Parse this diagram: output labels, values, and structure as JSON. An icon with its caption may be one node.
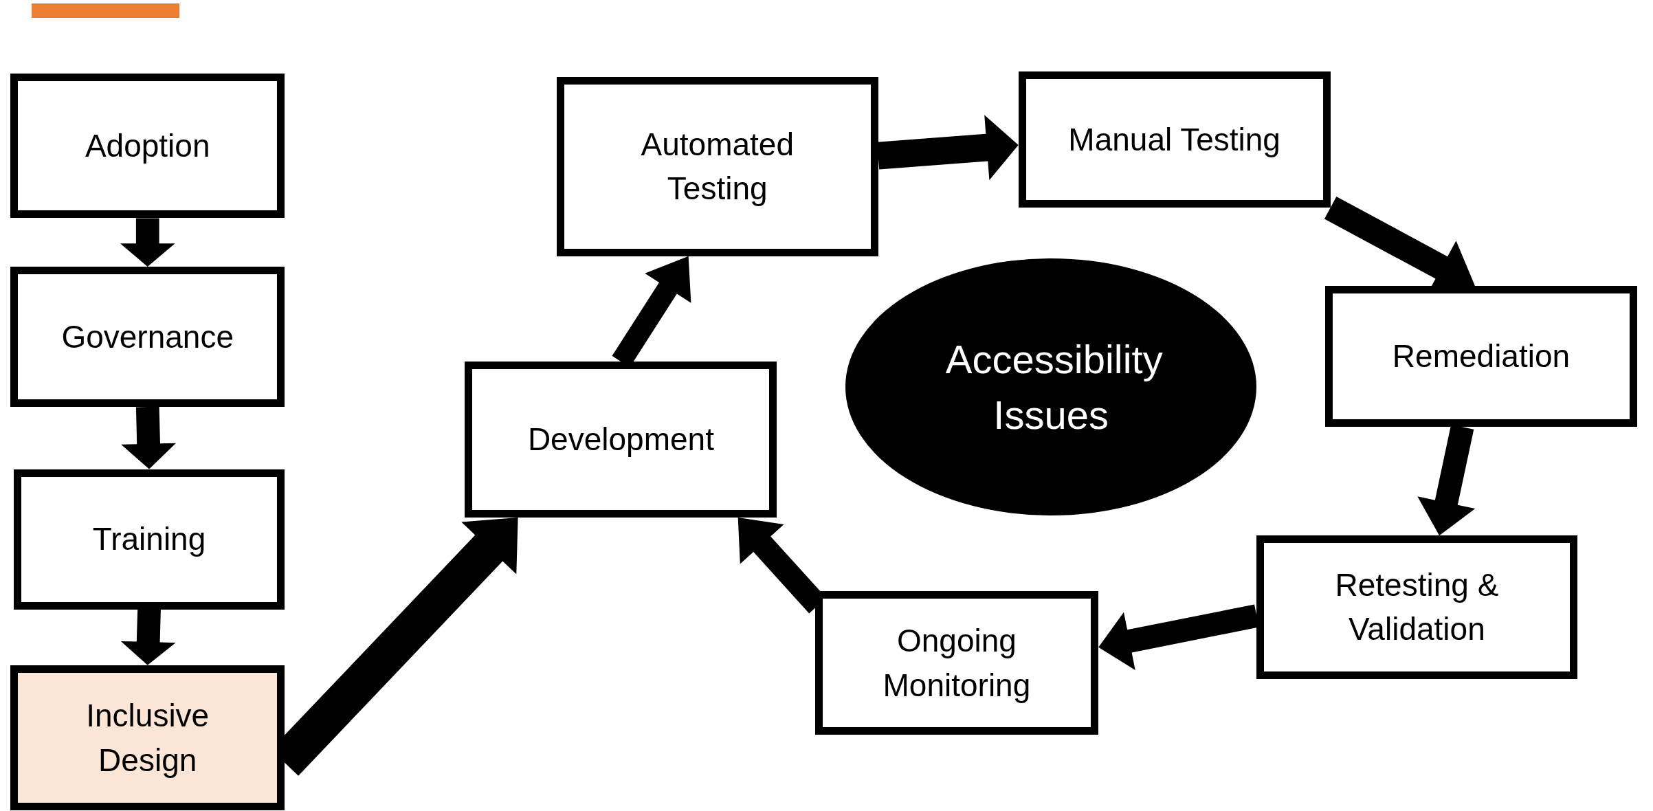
{
  "diagram": {
    "nodes": [
      {
        "text": [
          "Adoption"
        ]
      },
      {
        "text": [
          "Governance"
        ]
      },
      {
        "text": [
          "Training"
        ]
      },
      {
        "text": [
          "Inclusive Design"
        ]
      },
      {
        "text": [
          "Automated Testing"
        ]
      },
      {
        "text": [
          "Manual Testing"
        ]
      },
      {
        "text": [
          "Development"
        ]
      },
      {
        "text": [
          "Accessibility Issues"
        ]
      },
      {
        "text": [
          "Remediation"
        ]
      },
      {
        "text": [
          "Retesting & Validation"
        ]
      },
      {
        "text": [
          "Ongoing Monitoring"
        ]
      }
    ],
    "edges": [
      {
        "from": 0,
        "to": 1,
        "arrow": "to",
        "style": "thick"
      },
      {
        "from": 1,
        "to": 2,
        "arrow": "to",
        "style": "thick"
      },
      {
        "from": 2,
        "to": 3,
        "arrow": "to",
        "style": "thick"
      },
      {
        "from": 3,
        "to": 6,
        "arrow": "to",
        "style": "thick"
      },
      {
        "from": 6,
        "to": 4,
        "arrow": "to",
        "style": "thick"
      },
      {
        "from": 4,
        "to": 5,
        "arrow": "to",
        "style": "thick"
      },
      {
        "from": 5,
        "to": 8,
        "arrow": "to",
        "style": "thick"
      },
      {
        "from": 8,
        "to": 9,
        "arrow": "to",
        "style": "thick"
      },
      {
        "from": 9,
        "to": 10,
        "arrow": "to",
        "style": "thick"
      },
      {
        "from": 10,
        "to": 6,
        "arrow": "to",
        "style": "thick"
      }
    ]
  }
}
